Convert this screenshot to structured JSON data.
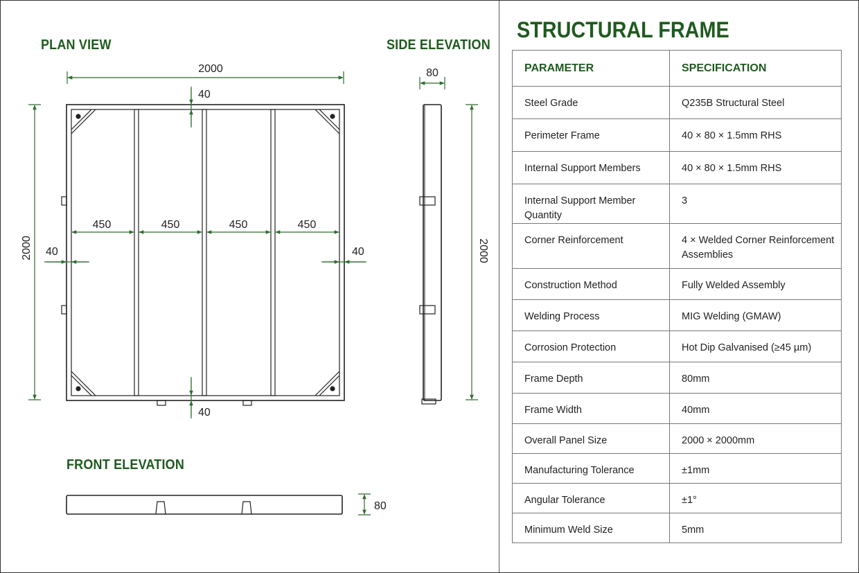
{
  "views": {
    "plan": {
      "title": "PLAN VIEW"
    },
    "side": {
      "title": "SIDE ELEVATION"
    },
    "front": {
      "title": "FRONT ELEVATION"
    }
  },
  "dimensions": {
    "overall_width": "2000",
    "overall_height": "2000",
    "frame_top": "40",
    "frame_bottom": "40",
    "frame_left": "40",
    "frame_right": "40",
    "bay_1": "450",
    "bay_2": "450",
    "bay_3": "450",
    "bay_4": "450",
    "side_depth": "80",
    "side_height": "2000",
    "front_depth": "80"
  },
  "spec": {
    "title": "STRUCTURAL FRAME",
    "headers": [
      "PARAMETER",
      "SPECIFICATION"
    ],
    "rows": [
      [
        "Steel Grade",
        "Q235B Structural Steel"
      ],
      [
        "Perimeter Frame",
        "40 × 80 × 1.5mm RHS"
      ],
      [
        "Internal Support Members",
        "40 × 80 × 1.5mm RHS"
      ],
      [
        "Internal Support Member Quantity",
        "3"
      ],
      [
        "Corner Reinforcement",
        "4 × Welded Corner Reinforcement Assemblies"
      ],
      [
        "Construction Method",
        "Fully Welded Assembly"
      ],
      [
        "Welding Process",
        "MIG Welding (GMAW)"
      ],
      [
        "Corrosion Protection",
        "Hot Dip Galvanised (≥45 µm)"
      ],
      [
        "Frame Depth",
        "80mm"
      ],
      [
        "Frame Width",
        "40mm"
      ],
      [
        "Overall Panel Size",
        "2000 × 2000mm"
      ],
      [
        "Manufacturing Tolerance",
        "±1mm"
      ],
      [
        "Angular Tolerance",
        "±1°"
      ],
      [
        "Minimum Weld Size",
        "5mm"
      ]
    ]
  },
  "colors": {
    "heading": "#1f5a1f",
    "dimension": "#2e6b2e",
    "outline": "#222222"
  }
}
